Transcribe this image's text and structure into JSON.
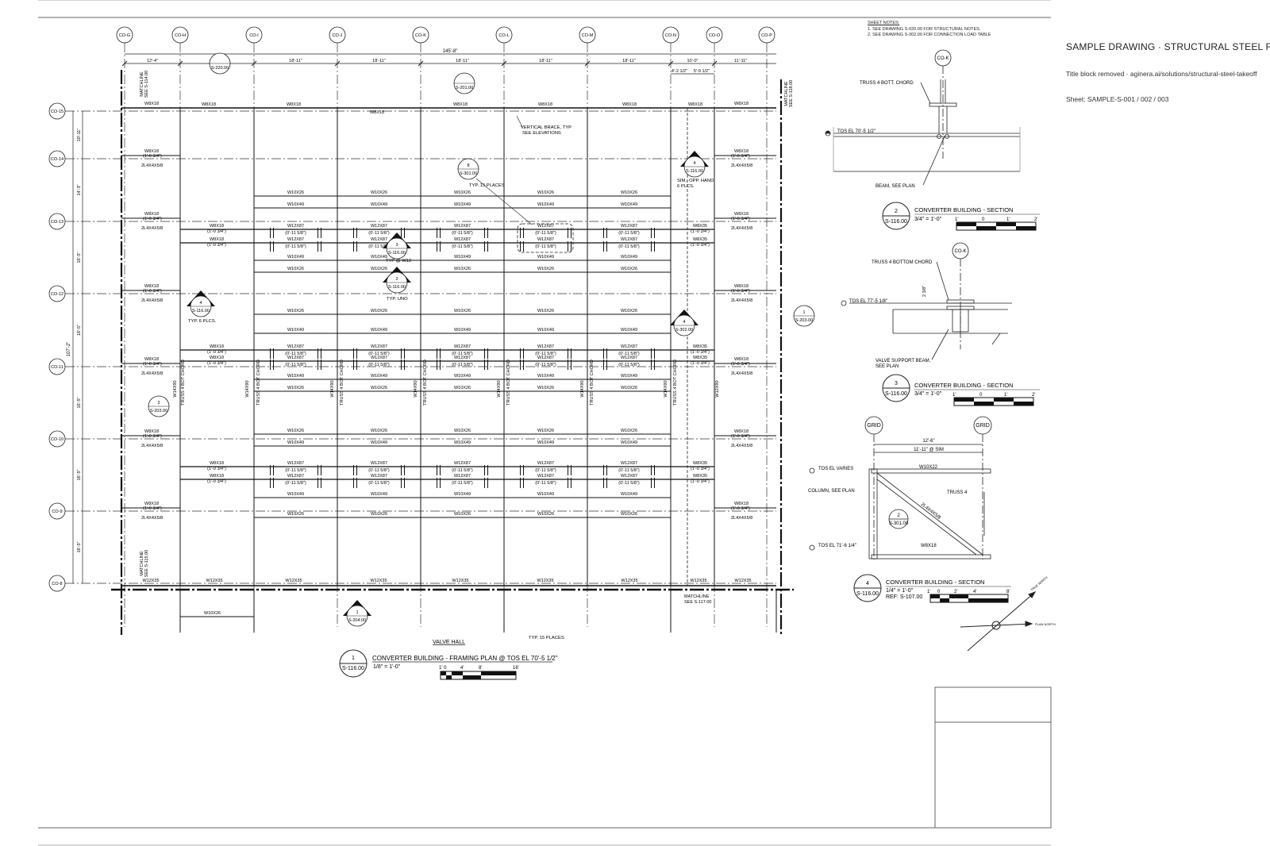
{
  "title_block": {
    "title": "SAMPLE DRAWING · STRUCTURAL STEEL F",
    "note": "Title block removed · aginera.ai/solutions/structural-steel-takeoff",
    "sheet": "Sheet: SAMPLE-S-001 / 002 / 003"
  },
  "sheet_notes": {
    "heading": "SHEET NOTES:",
    "items": [
      "1.   SEE DRAWING S-020.00 FOR STRUCTURAL NOTES.",
      "2.   SEE DRAWING S-302.00 FOR CONNECTION LOAD TABLE"
    ]
  },
  "grid": {
    "columns": [
      "CO-G",
      "CO-H",
      "CO-I",
      "CO-J",
      "CO-K",
      "CO-L",
      "CO-M",
      "CO-N",
      "CO-O",
      "CO-P"
    ],
    "rows": [
      "CO-15",
      "CO-14",
      "CO-13",
      "CO-12",
      "CO-11",
      "CO-10",
      "CO-9",
      "CO-8"
    ],
    "overall_dim": "145'-8\"",
    "top_dims": [
      "12'-4\"",
      "18'-11\"",
      "18'-11\"",
      "18'-11\"",
      "18'-11\"",
      "18'-11\"",
      "18'-11\"",
      "10'-0\"",
      "11'-11\""
    ],
    "top_sub_dims": [
      "4'-2 1/2\"",
      "5'-9 1/2\""
    ],
    "left_overall": "107'-2\"",
    "left_dims": [
      "10'-11\"",
      "14'-3\"",
      "16'-5\"",
      "16'-5\"",
      "16'-5\"",
      "16'-5\"",
      "16'-5\""
    ]
  },
  "plan": {
    "members": {
      "w8x18": "W8X18",
      "w10x26": "W10X26",
      "w10x49": "W10X49",
      "w12x87": "W12X87",
      "w12x35": "W12X35",
      "w8x35": "W8X35",
      "w14x90": "W14X90",
      "w12x90": "W12X90",
      "angle": "2L4X4X5/8",
      "truss_chord": "TRUSS 4 BOT CHORD",
      "offset1": "(1'-0 3/4\")",
      "offset2": "(0'-11 5/8\")"
    },
    "notes": {
      "vertical_brace": "VERTICAL BRACE, TYP",
      "see_elevations": "SEE ELEVATIONS",
      "typ15": "TYP. 15 PLACES",
      "typ6": "TYP. 6 PLCS.",
      "typw12": "TYP @ W12",
      "typuno": "TYP. UNO",
      "sim_opp": "SIM., OPP. HAND",
      "six_plcs": "6 PLCS.",
      "matchline": "MATCHLINE",
      "see_s114": "SEE S-114.00",
      "see_s115": "SEE S-115.00",
      "see_s117": "SEE S-117.00",
      "see_s118": "SEE S-118.00",
      "valve_hall": "VALVE HALL",
      "typ15b": "TYP. 15 PLACES"
    },
    "callouts": [
      {
        "num": "",
        "sheet": "S-220.00"
      },
      {
        "num": "",
        "sheet": "S-201.00"
      },
      {
        "num": "8",
        "sheet": "S-301.00"
      },
      {
        "num": "4",
        "sheet": "S-116.00"
      },
      {
        "num": "3",
        "sheet": "S-116.00"
      },
      {
        "num": "2",
        "sheet": "S-116.00"
      },
      {
        "num": "4",
        "sheet": "S-116.00"
      },
      {
        "num": "4",
        "sheet": "S-302.00"
      },
      {
        "num": "1",
        "sheet": "S-203.00"
      },
      {
        "num": "2",
        "sheet": "S-203.00"
      },
      {
        "num": "1",
        "sheet": "S-204.00"
      }
    ],
    "view_title": {
      "num": "1",
      "sheet": "S-116.00",
      "title": "CONVERTER BUILDING - FRAMING PLAN @ TOS EL 70'-5 1/2\"",
      "scale": "1/8\" = 1'-0\"",
      "bar_labels": [
        "1' 0",
        "4'",
        "8'",
        "16'"
      ]
    }
  },
  "sections": {
    "s2": {
      "grid": "CO-K",
      "truss_label": "TRUSS 4 BOTT. CHORD",
      "tos": "TOS EL 70'-5 1/2\"",
      "beam": "BEAM, SEE PLAN",
      "num": "2",
      "sheet": "S-116.00",
      "title": "CONVERTER BUILDING - SECTION",
      "scale": "3/4\" = 1'-0\"",
      "bar_labels": [
        "1'",
        "0",
        "1'",
        "2'"
      ]
    },
    "s3": {
      "grid": "CO-K",
      "truss_label": "TRUSS 4 BOTTOM CHORD",
      "tos": "TOS EL 77'-5 1/8\"",
      "dim": "2 3/8\"",
      "valve_beam": "VALVE SUPPORT BEAM,",
      "see_plan": "SEE PLAN",
      "num": "3",
      "sheet": "S-116.00",
      "title": "CONVERTER BUILDING - SECTION",
      "scale": "3/4\" = 1'-0\"",
      "bar_labels": [
        "1'",
        "0",
        "1'",
        "2'"
      ]
    },
    "s4": {
      "grid_left": "GRID",
      "grid_right": "GRID",
      "dim1": "12'-6\"",
      "dim2": "11'-11\" @ SIM",
      "tos_varies": "TOS EL VARIES",
      "w10x22": "W10X22",
      "column": "COLUMN, SEE PLAN",
      "truss4": "TRUSS 4",
      "brace": "2L4X4X5/8",
      "callout_num": "2",
      "callout_sheet": "S-301.00",
      "tos2": "TOS EL 71'-6 1/4\"",
      "w8x18": "W8X18",
      "num": "4",
      "sheet": "S-116.00",
      "title": "CONVERTER BUILDING - SECTION",
      "scale": "1/4\" = 1'-0\"",
      "ref": "REF: S-107.00",
      "bar_labels": [
        "1'",
        "0",
        "2'",
        "4'",
        "8'"
      ]
    },
    "north": {
      "true_north": "TRUE NORTH",
      "plan_north": "PLAN NORTH"
    }
  }
}
